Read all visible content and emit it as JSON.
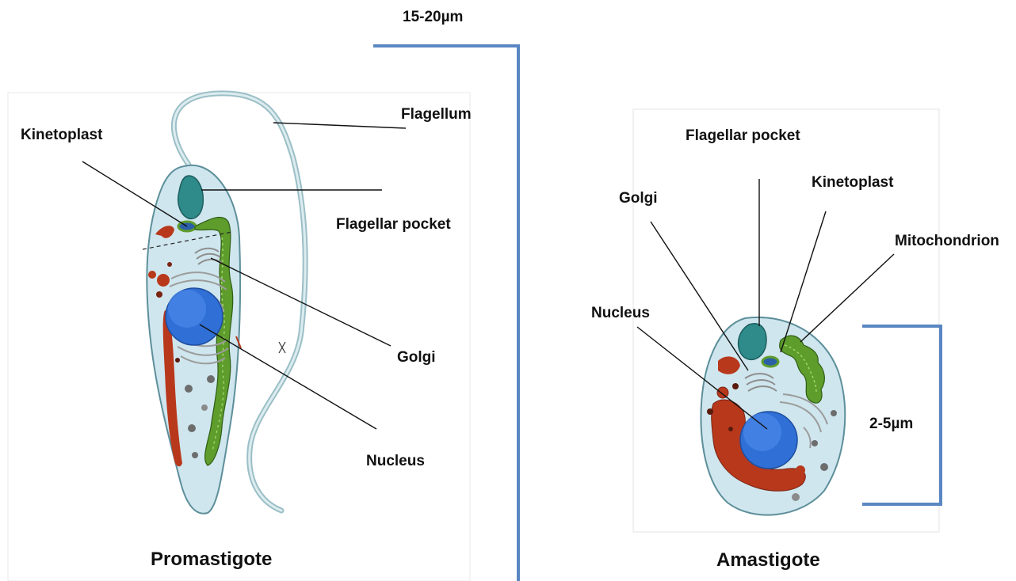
{
  "colors": {
    "cytoplasm": "#cfe6ee",
    "membrane": "#5d8f9a",
    "nucleus": "#2f6fd6",
    "mitochondrion": "#5e9c2c",
    "acidocalcisome": "#b8381c",
    "flagellar_pocket": "#2f8a8a",
    "scale_bar": "#5a86c2",
    "frame": "#e6e6e6"
  },
  "promastigote": {
    "title": "Promastigote",
    "labels": {
      "flagellum": "Flagellum",
      "kinetoplast": "Kinetoplast",
      "flagellar_pocket": "Flagellar pocket",
      "golgi": "Golgi",
      "nucleus": "Nucleus"
    },
    "scale_label": "15-20µm"
  },
  "amastigote": {
    "title": "Amastigote",
    "labels": {
      "flagellar_pocket": "Flagellar pocket",
      "kinetoplast": "Kinetoplast",
      "golgi": "Golgi",
      "mitochondrion": "Mitochondrion",
      "nucleus": "Nucleus"
    },
    "scale_label": "2-5µm"
  }
}
